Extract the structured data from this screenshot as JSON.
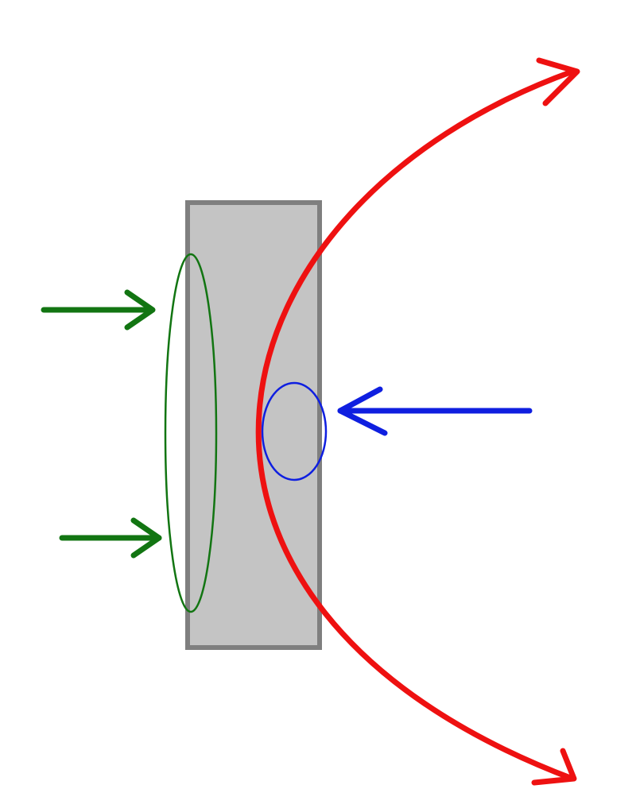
{
  "diagram": {
    "colors": {
      "background": "#ffffff",
      "plate_fill": "#c4c4c4",
      "plate_stroke": "#7f7f7f",
      "green": "#127512",
      "blue": "#0f1fe0",
      "red": "#ee1111"
    },
    "elements": [
      "gray-plate",
      "green-ellipse",
      "blue-circle",
      "red-curve",
      "green-arrow-top",
      "green-arrow-bottom",
      "blue-arrow",
      "red-arrow-top",
      "red-arrow-bottom"
    ]
  }
}
